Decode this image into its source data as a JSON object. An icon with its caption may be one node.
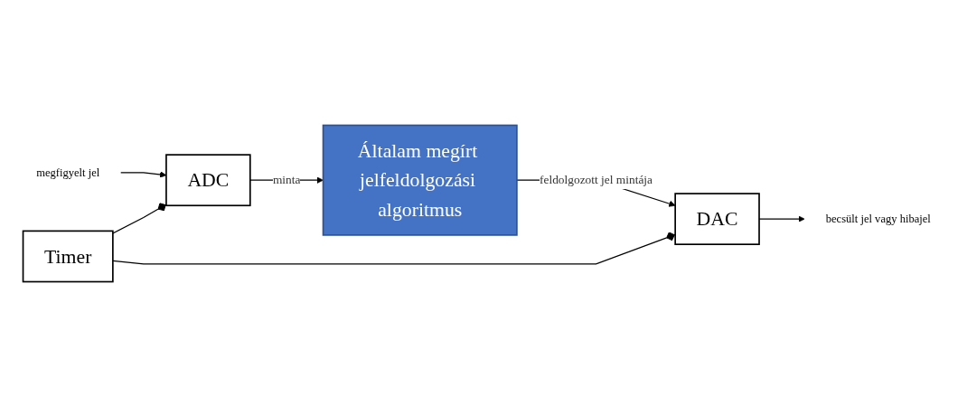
{
  "diagram": {
    "nodes": [
      {
        "text": [
          "megfigyelt jel"
        ]
      },
      {
        "text": [
          "ADC"
        ]
      },
      {
        "text": [
          "Általam megírt jelfeldolgozási algoritmus"
        ]
      },
      {
        "text": [
          "DAC"
        ]
      },
      {
        "text": [
          "becsült jel vagy hibajel"
        ]
      },
      {
        "text": [
          "Timer"
        ]
      }
    ],
    "edges": [
      {
        "from": 0,
        "to": 1,
        "arrow": "to"
      },
      {
        "from": 1,
        "to": 2,
        "arrow": "to",
        "label": "minta"
      },
      {
        "from": 2,
        "to": 3,
        "arrow": "to",
        "label": "feldolgozott jel mintája"
      },
      {
        "from": 3,
        "to": 4,
        "arrow": "to"
      },
      {
        "from": 5,
        "to": 1,
        "arrow": "other"
      },
      {
        "from": 5,
        "to": 3,
        "arrow": "other"
      }
    ]
  }
}
